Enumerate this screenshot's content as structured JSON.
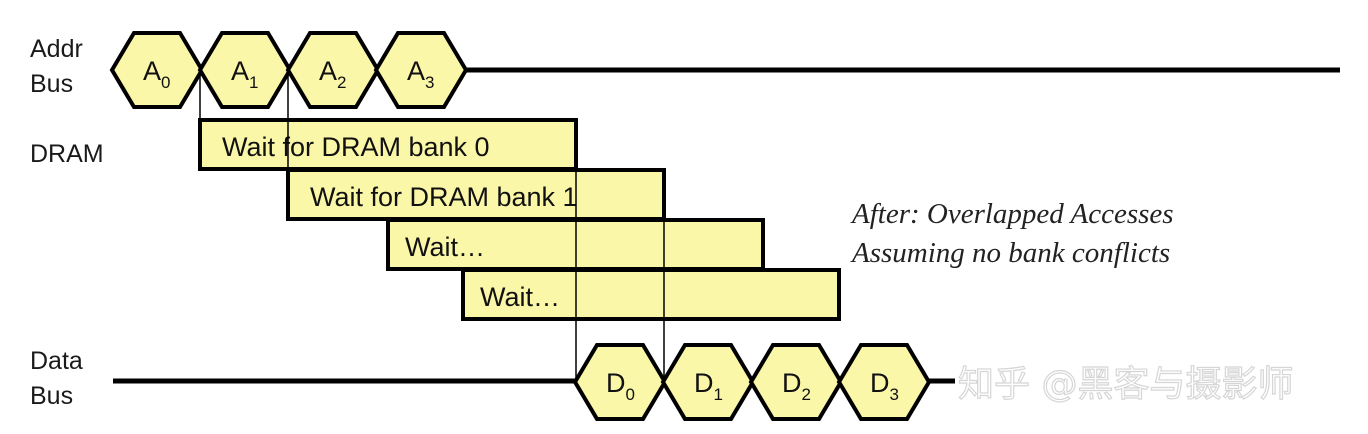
{
  "labels": {
    "addr_line1": "Addr",
    "addr_line2": "Bus",
    "dram": "DRAM",
    "data_line1": "Data",
    "data_line2": "Bus"
  },
  "addr_cycles": [
    {
      "base": "A",
      "sub": "0"
    },
    {
      "base": "A",
      "sub": "1"
    },
    {
      "base": "A",
      "sub": "2"
    },
    {
      "base": "A",
      "sub": "3"
    }
  ],
  "data_cycles": [
    {
      "base": "D",
      "sub": "0"
    },
    {
      "base": "D",
      "sub": "1"
    },
    {
      "base": "D",
      "sub": "2"
    },
    {
      "base": "D",
      "sub": "3"
    }
  ],
  "waits": [
    "Wait for DRAM bank 0",
    "Wait for DRAM bank 1",
    "Wait…",
    "Wait…"
  ],
  "note": {
    "line1": "After: Overlapped Accesses",
    "line2": "Assuming no bank conflicts"
  },
  "watermark": "知乎 @黑客与摄影师",
  "colors": {
    "fill": "#fbf7a8",
    "stroke": "#000000"
  }
}
